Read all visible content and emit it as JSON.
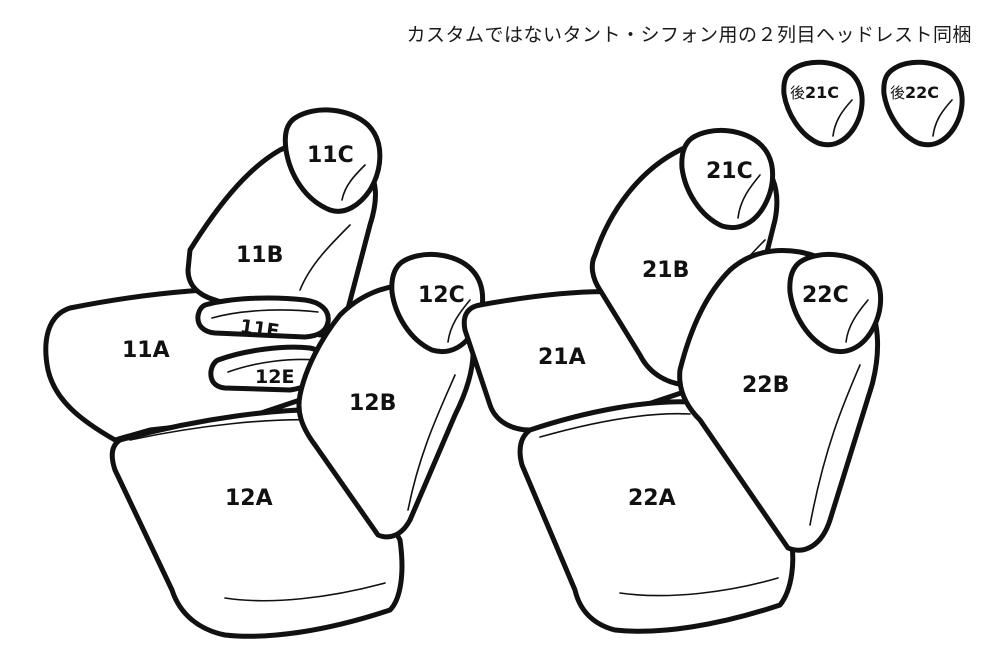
{
  "caption": "カスタムではないタント・シフォン用の２列目ヘッドレスト同梱",
  "parts": {
    "p11A": "11A",
    "p11B": "11B",
    "p11C": "11C",
    "p11E": "12E",
    "p11F": "11F",
    "p12A": "12A",
    "p12B": "12B",
    "p12C": "12C",
    "p21A": "21A",
    "p21B": "21B",
    "p21C": "21C",
    "p22A": "22A",
    "p22B": "22B",
    "p22C": "22C"
  },
  "rear_headrests": [
    {
      "prefix": "後",
      "code": "21C"
    },
    {
      "prefix": "後",
      "code": "22C"
    }
  ]
}
